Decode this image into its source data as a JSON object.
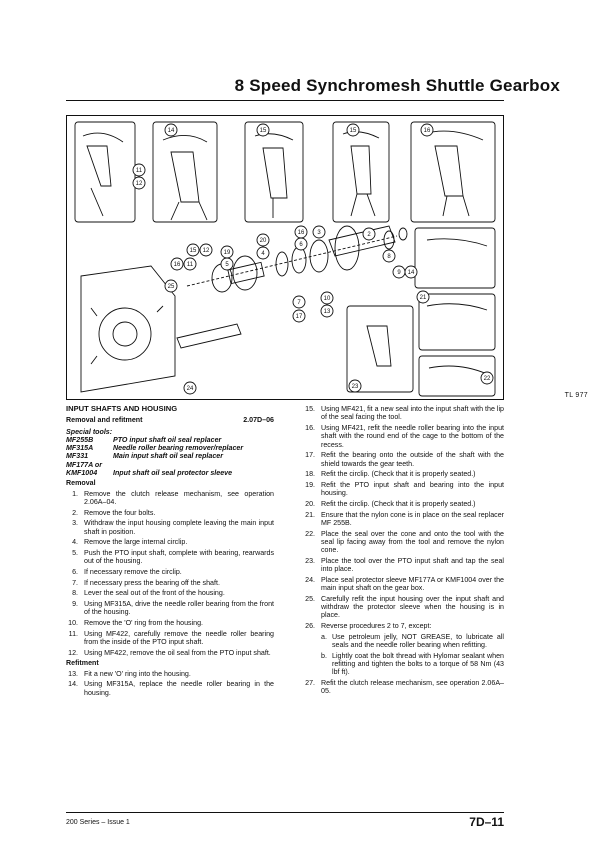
{
  "header": {
    "title": "8 Speed Synchromesh Shuttle Gearbox"
  },
  "figure": {
    "ref": "TL 977",
    "callouts": [
      "14",
      "15",
      "15",
      "16",
      "11",
      "12",
      "15",
      "12",
      "19",
      "20",
      "4",
      "16",
      "11",
      "5",
      "16",
      "6",
      "3",
      "2",
      "8",
      "9",
      "14",
      "7",
      "17",
      "10",
      "13",
      "25",
      "21",
      "24",
      "23",
      "22"
    ]
  },
  "section": {
    "title": "INPUT SHAFTS AND HOUSING",
    "op_label": "Removal and refitment",
    "op_code": "2.07D–06",
    "special_tools_label": "Special tools:",
    "tools": [
      {
        "code": "MF255B",
        "desc": "PTO input shaft oil seal replacer"
      },
      {
        "code": "MF315A",
        "desc": "Needle roller bearing remover/replacer"
      },
      {
        "code": "MF331",
        "desc": "Main input shaft oil seal replacer"
      },
      {
        "code": "MF177A or",
        "desc": ""
      },
      {
        "code": "KMF1004",
        "desc": "Input shaft oil seal protector sleeve"
      }
    ],
    "removal_label": "Removal",
    "refitment_label": "Refitment"
  },
  "steps_left": [
    {
      "n": "1.",
      "t": "Remove the clutch release mechanism, see operation 2.06A–04."
    },
    {
      "n": "2.",
      "t": "Remove the four bolts."
    },
    {
      "n": "3.",
      "t": "Withdraw the input housing complete leaving the main input shaft in position."
    },
    {
      "n": "4.",
      "t": "Remove the large internal circlip."
    },
    {
      "n": "5.",
      "t": "Push the PTO input shaft, complete with bearing, rearwards out of the housing."
    },
    {
      "n": "6.",
      "t": "If necessary remove the circlip."
    },
    {
      "n": "7.",
      "t": "If necessary press the bearing off the shaft."
    },
    {
      "n": "8.",
      "t": "Lever the seal out of the front of the housing."
    },
    {
      "n": "9.",
      "t": "Using MF315A, drive the needle roller bearing from the front of the housing."
    },
    {
      "n": "10.",
      "t": "Remove the 'O' ring from the housing."
    },
    {
      "n": "11.",
      "t": "Using MF422, carefully remove the needle roller bearing from the inside of the PTO input shaft."
    },
    {
      "n": "12.",
      "t": "Using MF422, remove the oil seal from the PTO input shaft."
    }
  ],
  "steps_refit": [
    {
      "n": "13.",
      "t": "Fit a new 'O' ring into the housing."
    },
    {
      "n": "14.",
      "t": "Using MF315A, replace the needle roller bearing in the housing."
    }
  ],
  "steps_right": [
    {
      "n": "15.",
      "t": "Using MF421, fit a new seal into the input shaft with the lip of the seal facing the tool."
    },
    {
      "n": "16.",
      "t": "Using MF421, refit the needle roller bearing into the input shaft with the round end of the cage to the bottom of the recess."
    },
    {
      "n": "17.",
      "t": "Refit the bearing onto the outside of the shaft with the shield towards the gear teeth."
    },
    {
      "n": "18.",
      "t": "Refit the circlip. (Check that it is properly seated.)"
    },
    {
      "n": "19.",
      "t": "Refit the PTO input shaft and bearing into the input housing."
    },
    {
      "n": "20.",
      "t": "Refit the circlip. (Check that it is properly seated.)"
    },
    {
      "n": "21.",
      "t": "Ensure that the nylon cone is in place on the seal replacer MF 255B."
    },
    {
      "n": "22.",
      "t": "Place the seal over the cone and onto the tool with the seal lip facing away from the tool and remove the nylon cone."
    },
    {
      "n": "23.",
      "t": "Place the tool over the PTO input shaft and tap the seal into place."
    },
    {
      "n": "24.",
      "t": "Place seal protector sleeve MF177A or KMF1004 over the main input shaft on the gear box."
    },
    {
      "n": "25.",
      "t": "Carefully refit the input housing over the input shaft and withdraw the protector sleeve when the housing is in place."
    },
    {
      "n": "26.",
      "t": "Reverse procedures 2 to 7, except:"
    }
  ],
  "substeps": [
    {
      "l": "a.",
      "t": "Use petroleum jelly, NOT GREASE, to lubricate all seals and the needle roller bearing when refitting."
    },
    {
      "l": "b.",
      "t": "Lightly coat the bolt thread with Hylomar sealant when refitting and tighten the bolts to a torque of 58 Nm (43 lbf ft)."
    }
  ],
  "step_27": {
    "n": "27.",
    "t": "Refit the clutch release mechanism, see operation 2.06A–05."
  },
  "footer": {
    "left": "200 Series – Issue 1",
    "right": "7D–11"
  }
}
